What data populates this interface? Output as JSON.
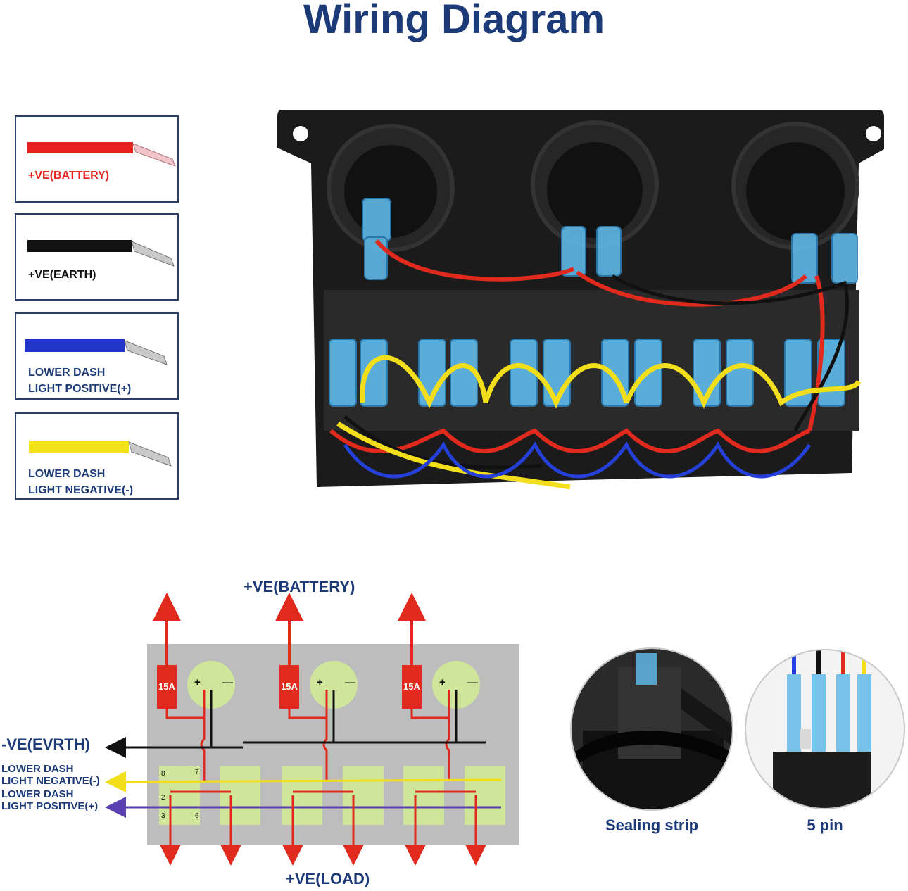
{
  "title": "Wiring Diagram",
  "legend": [
    {
      "label": "+VE(BATTERY)",
      "wire_color": "#e8231f",
      "label_color": "#e8231f"
    },
    {
      "label": "+VE(EARTH)",
      "wire_color": "#111111",
      "label_color": "#111111"
    },
    {
      "label_lines": [
        "LOWER DASH",
        "LIGHT POSITIVE(+)"
      ],
      "wire_color": "#2136c8",
      "label_color": "#1d3a78"
    },
    {
      "label_lines": [
        "LOWER DASH",
        "LIGHT NEGATIVE(-)"
      ],
      "wire_color": "#f2e21a",
      "label_color": "#1d3a78"
    }
  ],
  "schematic": {
    "battery_label": "+VE(BATTERY)",
    "load_label": "+VE(LOAD)",
    "earth_label": "-VE(EVRTH)",
    "neg_label_lines": [
      "LOWER DASH",
      "LIGHT NEGATIVE(-)"
    ],
    "pos_label_lines": [
      "LOWER DASH",
      "LIGHT POSITIVE(+)"
    ],
    "fuse_label": "15A",
    "socket_plus": "+",
    "socket_minus": "—",
    "pin_labels": {
      "top_left": "8",
      "top_right": "7",
      "mid_left": "2",
      "bot_left": "3",
      "bot_right": "6"
    }
  },
  "captions": {
    "sealing": "Sealing strip",
    "pins": "5 pin"
  },
  "colors": {
    "navy": "#1d3a78",
    "red": "#e8231f",
    "black": "#111111",
    "blue": "#2136c8",
    "yellow": "#f2e21a",
    "panel_gray": "#bdbdbd",
    "switch_green": "#cfe69a"
  }
}
